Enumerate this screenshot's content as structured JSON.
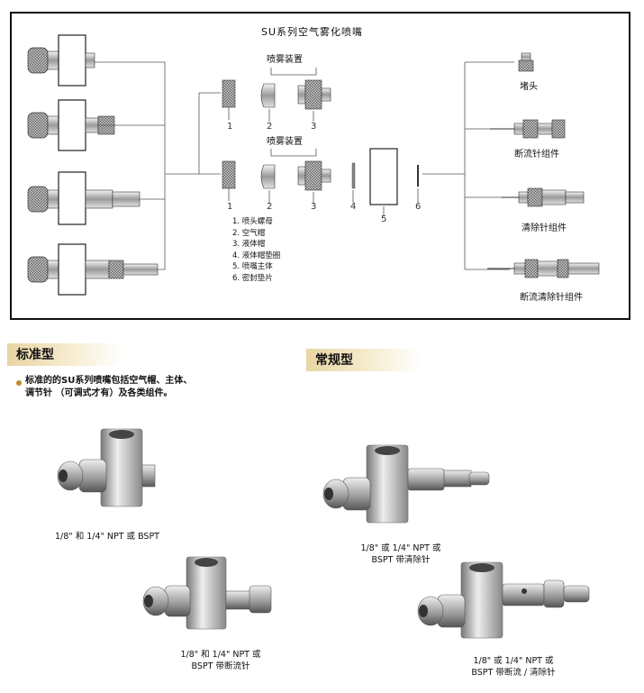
{
  "diagram": {
    "title": "SU系列空气雾化喷嘴",
    "group_label_top": "喷雾装置",
    "group_label_bottom": "喷雾装置",
    "part_numbers_top": [
      "1",
      "2",
      "3"
    ],
    "part_numbers_bottom": [
      "1",
      "2",
      "3",
      "4",
      "5",
      "6"
    ],
    "parts_list": [
      "1. 喷头螺母",
      "2. 空气帽",
      "3. 液体帽",
      "4. 液体帽垫圈",
      "5. 喷嘴主体",
      "6. 密封垫片"
    ],
    "right_labels": [
      "堵头",
      "断流针组件",
      "清除针组件",
      "断流清除针组件"
    ]
  },
  "sections": {
    "standard_title": "标准型",
    "conventional_title": "常规型",
    "intro_line1": "标准的的SU系列喷嘴包括空气帽、主体、",
    "intro_line2": "调节针 （可调式才有）及各类组件。"
  },
  "captions": {
    "c1": "1/8\" 和 1/4\" NPT 或 BSPT",
    "c2_line1": "1/8\" 和 1/4\" NPT 或",
    "c2_line2": "BSPT 带断流针",
    "c3_line1": "1/8\" 或 1/4\" NPT 或",
    "c3_line2": "BSPT 带清除针",
    "c4_line1": "1/8\" 或 1/4\" NPT 或",
    "c4_line2": "BSPT 带断流 / 清除针"
  },
  "colors": {
    "frame": "#111111",
    "section_band": "#e9d5a3",
    "bullet": "#c08a2a"
  }
}
